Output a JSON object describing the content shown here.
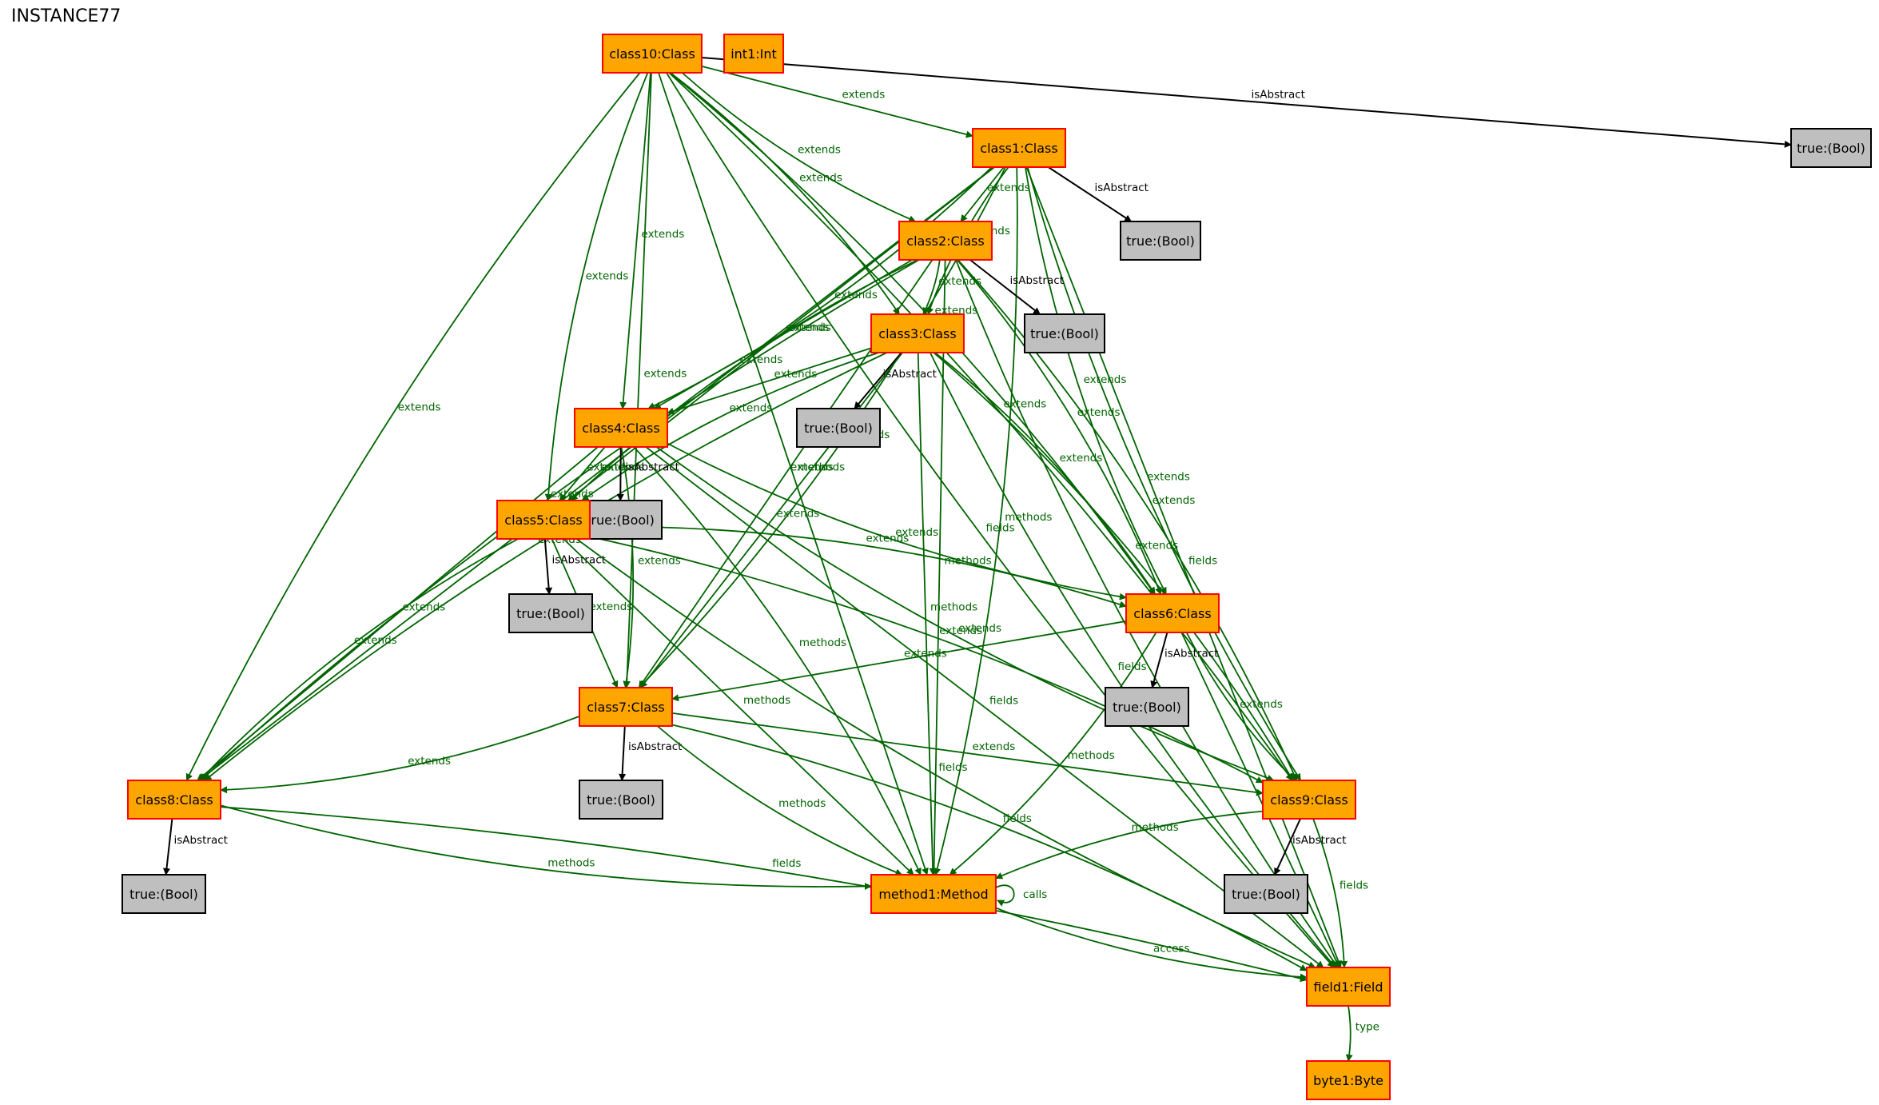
{
  "title": "INSTANCE77",
  "colors": {
    "object_fill": "#ffa500",
    "object_border": "#ff0000",
    "value_fill": "#bfbfbf",
    "value_border": "#000000",
    "edge_green": "#006400",
    "edge_black": "#000000"
  },
  "nodes": [
    {
      "id": "class10",
      "label": "class10:Class",
      "kind": "object"
    },
    {
      "id": "int1",
      "label": "int1:Int",
      "kind": "object"
    },
    {
      "id": "b10",
      "label": "true:(Bool)",
      "kind": "value"
    },
    {
      "id": "class1",
      "label": "class1:Class",
      "kind": "object"
    },
    {
      "id": "b1",
      "label": "true:(Bool)",
      "kind": "value"
    },
    {
      "id": "class2",
      "label": "class2:Class",
      "kind": "object"
    },
    {
      "id": "b2",
      "label": "true:(Bool)",
      "kind": "value"
    },
    {
      "id": "class3",
      "label": "class3:Class",
      "kind": "object"
    },
    {
      "id": "b3",
      "label": "true:(Bool)",
      "kind": "value"
    },
    {
      "id": "class4",
      "label": "class4:Class",
      "kind": "object"
    },
    {
      "id": "b4",
      "label": "true:(Bool)",
      "kind": "value"
    },
    {
      "id": "class5",
      "label": "class5:Class",
      "kind": "object"
    },
    {
      "id": "b5",
      "label": "true:(Bool)",
      "kind": "value"
    },
    {
      "id": "class6",
      "label": "class6:Class",
      "kind": "object"
    },
    {
      "id": "b6",
      "label": "true:(Bool)",
      "kind": "value"
    },
    {
      "id": "class7",
      "label": "class7:Class",
      "kind": "object"
    },
    {
      "id": "b7",
      "label": "true:(Bool)",
      "kind": "value"
    },
    {
      "id": "class8",
      "label": "class8:Class",
      "kind": "object"
    },
    {
      "id": "b8",
      "label": "true:(Bool)",
      "kind": "value"
    },
    {
      "id": "class9",
      "label": "class9:Class",
      "kind": "object"
    },
    {
      "id": "b9",
      "label": "true:(Bool)",
      "kind": "value"
    },
    {
      "id": "method1",
      "label": "method1:Method",
      "kind": "object"
    },
    {
      "id": "field1",
      "label": "field1:Field",
      "kind": "object"
    },
    {
      "id": "byte1",
      "label": "byte1:Byte",
      "kind": "object"
    }
  ],
  "edges": [
    {
      "from": "class10",
      "to": "b10",
      "label": "isAbstract"
    },
    {
      "from": "class10",
      "to": "class1",
      "label": "extends"
    },
    {
      "from": "class10",
      "to": "class2",
      "label": "extends"
    },
    {
      "from": "class10",
      "to": "class3",
      "label": "extends"
    },
    {
      "from": "class10",
      "to": "class4",
      "label": "extends"
    },
    {
      "from": "class10",
      "to": "class5",
      "label": "extends"
    },
    {
      "from": "class10",
      "to": "class6",
      "label": "extends"
    },
    {
      "from": "class10",
      "to": "class7",
      "label": "extends"
    },
    {
      "from": "class10",
      "to": "class8",
      "label": "extends"
    },
    {
      "from": "class10",
      "to": "class9",
      "label": "extends"
    },
    {
      "from": "class10",
      "to": "method1",
      "label": "methods"
    },
    {
      "from": "class10",
      "to": "field1",
      "label": "fields"
    },
    {
      "from": "class1",
      "to": "b1",
      "label": "isAbstract"
    },
    {
      "from": "class1",
      "to": "class2",
      "label": "extends"
    },
    {
      "from": "class1",
      "to": "class3",
      "label": "extends"
    },
    {
      "from": "class1",
      "to": "class4",
      "label": "extends"
    },
    {
      "from": "class1",
      "to": "class5",
      "label": "extends"
    },
    {
      "from": "class1",
      "to": "class6",
      "label": "extends"
    },
    {
      "from": "class1",
      "to": "class7",
      "label": "extends"
    },
    {
      "from": "class1",
      "to": "class8",
      "label": "extends"
    },
    {
      "from": "class1",
      "to": "class9",
      "label": "extends"
    },
    {
      "from": "class1",
      "to": "method1",
      "label": "methods"
    },
    {
      "from": "class1",
      "to": "field1",
      "label": "fields"
    },
    {
      "from": "class2",
      "to": "b2",
      "label": "isAbstract"
    },
    {
      "from": "class2",
      "to": "class3",
      "label": "extends"
    },
    {
      "from": "class2",
      "to": "class4",
      "label": "extends"
    },
    {
      "from": "class2",
      "to": "class5",
      "label": "extends"
    },
    {
      "from": "class2",
      "to": "class6",
      "label": "extends"
    },
    {
      "from": "class2",
      "to": "class7",
      "label": "extends"
    },
    {
      "from": "class2",
      "to": "class8",
      "label": "extends"
    },
    {
      "from": "class2",
      "to": "class9",
      "label": "extends"
    },
    {
      "from": "class2",
      "to": "method1",
      "label": "methods"
    },
    {
      "from": "class2",
      "to": "field1",
      "label": "fields"
    },
    {
      "from": "class3",
      "to": "b3",
      "label": "isAbstract"
    },
    {
      "from": "class3",
      "to": "class4",
      "label": "extends"
    },
    {
      "from": "class3",
      "to": "class5",
      "label": "extends"
    },
    {
      "from": "class3",
      "to": "class6",
      "label": "extends"
    },
    {
      "from": "class3",
      "to": "class7",
      "label": "extends"
    },
    {
      "from": "class3",
      "to": "class8",
      "label": "extends"
    },
    {
      "from": "class3",
      "to": "class9",
      "label": "extends"
    },
    {
      "from": "class3",
      "to": "method1",
      "label": "methods"
    },
    {
      "from": "class3",
      "to": "field1",
      "label": "fields"
    },
    {
      "from": "class4",
      "to": "b4",
      "label": "isAbstract"
    },
    {
      "from": "class4",
      "to": "class5",
      "label": "extends"
    },
    {
      "from": "class4",
      "to": "class6",
      "label": "extends"
    },
    {
      "from": "class4",
      "to": "class7",
      "label": "extends"
    },
    {
      "from": "class4",
      "to": "class8",
      "label": "extends"
    },
    {
      "from": "class4",
      "to": "class9",
      "label": "extends"
    },
    {
      "from": "class4",
      "to": "method1",
      "label": "methods"
    },
    {
      "from": "class4",
      "to": "field1",
      "label": "fields"
    },
    {
      "from": "class5",
      "to": "b5",
      "label": "isAbstract"
    },
    {
      "from": "class5",
      "to": "class6",
      "label": "extends"
    },
    {
      "from": "class5",
      "to": "class7",
      "label": "extends"
    },
    {
      "from": "class5",
      "to": "class8",
      "label": "extends"
    },
    {
      "from": "class5",
      "to": "class9",
      "label": "extends"
    },
    {
      "from": "class5",
      "to": "method1",
      "label": "methods"
    },
    {
      "from": "class5",
      "to": "field1",
      "label": "fields"
    },
    {
      "from": "class6",
      "to": "b6",
      "label": "isAbstract"
    },
    {
      "from": "class6",
      "to": "class7",
      "label": "extends"
    },
    {
      "from": "class6",
      "to": "class9",
      "label": "extends"
    },
    {
      "from": "class6",
      "to": "method1",
      "label": "methods"
    },
    {
      "from": "class6",
      "to": "field1",
      "label": "fields"
    },
    {
      "from": "class7",
      "to": "b7",
      "label": "isAbstract"
    },
    {
      "from": "class7",
      "to": "class8",
      "label": "extends"
    },
    {
      "from": "class7",
      "to": "class9",
      "label": "extends"
    },
    {
      "from": "class7",
      "to": "method1",
      "label": "methods"
    },
    {
      "from": "class7",
      "to": "field1",
      "label": "fields"
    },
    {
      "from": "class8",
      "to": "b8",
      "label": "isAbstract"
    },
    {
      "from": "class8",
      "to": "method1",
      "label": "methods"
    },
    {
      "from": "class8",
      "to": "field1",
      "label": "fields"
    },
    {
      "from": "class9",
      "to": "b9",
      "label": "isAbstract"
    },
    {
      "from": "class9",
      "to": "method1",
      "label": "methods"
    },
    {
      "from": "class9",
      "to": "field1",
      "label": "fields"
    },
    {
      "from": "method1",
      "to": "method1",
      "label": "calls"
    },
    {
      "from": "method1",
      "to": "field1",
      "label": "access"
    },
    {
      "from": "field1",
      "to": "byte1",
      "label": "type"
    }
  ]
}
